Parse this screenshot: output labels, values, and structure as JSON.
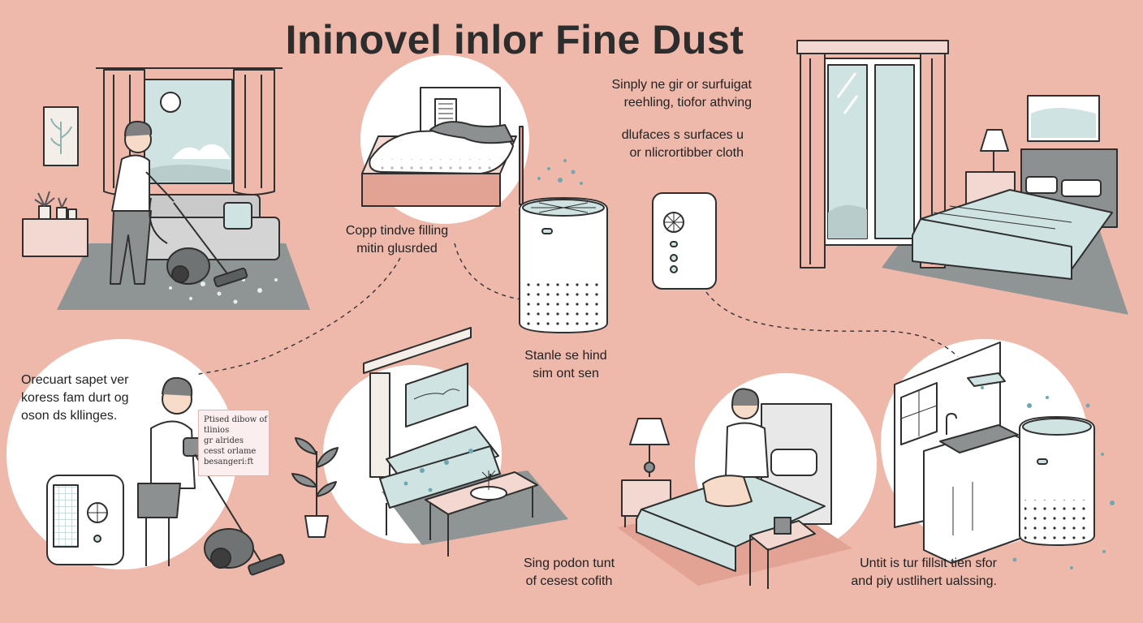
{
  "title": "Ininovel inlor Fine Dust",
  "captions": {
    "top_right": [
      "Sinply ne gir or surfuigat",
      "reehling, tiofor athving"
    ],
    "mid_right": [
      "dlufaces s surfaces u",
      "or nlicrortibber cloth"
    ],
    "middle_left": [
      "Copp tindve filling",
      "mitin glusrded"
    ],
    "center": [
      "Stanle se hind",
      "sim ont sen"
    ],
    "left": [
      "Orecuart sapet ver",
      "koress fam durt og",
      "oson ds kllinges."
    ],
    "bottom_center": [
      "Sing podon tunt",
      "of cesest cofith"
    ],
    "bottom_right": [
      "Untit is tur fillsit tien sfor",
      "and piy ustlihert ualssing."
    ]
  },
  "note": [
    "Ptised dibow of",
    "tlinios",
    "gr alrides",
    "cesst orlame",
    "besangeri:ft"
  ],
  "colors": {
    "background": "#eeb8ab",
    "line": "#2f2f2f",
    "white": "#ffffff",
    "pale_blue": "#cfe3e3",
    "gray": "#8c9090",
    "rug": "#8f9595",
    "pink": "#e3a394"
  },
  "icons": [
    "window-icon",
    "curtain-icon",
    "plant-icon",
    "vacuum-icon",
    "sofa-icon",
    "bed-icon",
    "air-purifier-icon",
    "wall-purifier-icon",
    "lamp-icon",
    "table-icon",
    "kitchen-icon",
    "dust-particles-icon",
    "person-icon"
  ]
}
